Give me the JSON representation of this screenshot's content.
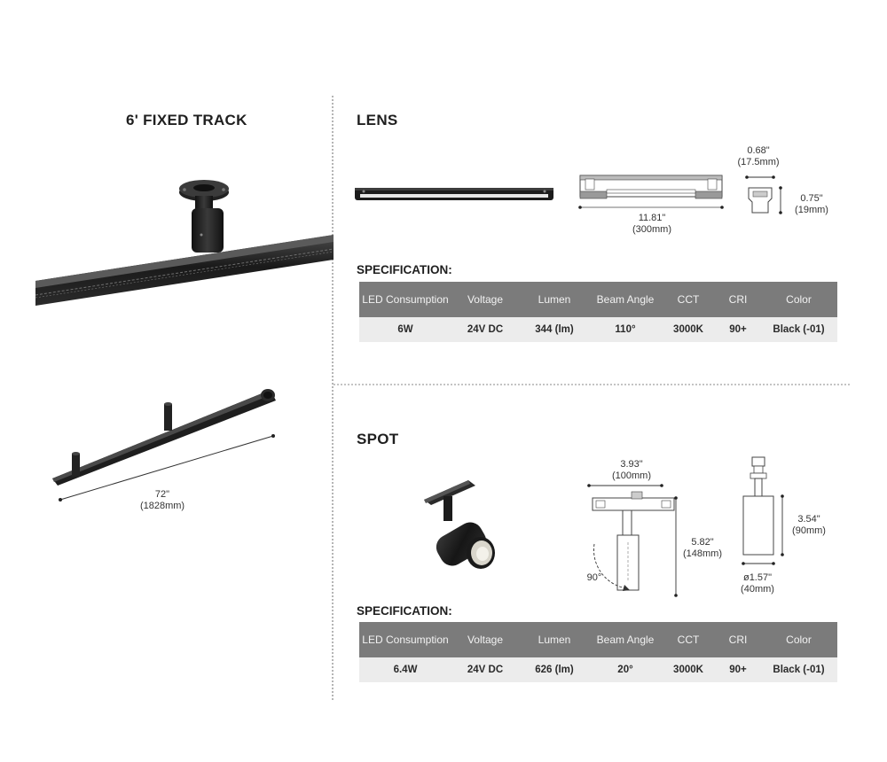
{
  "left": {
    "title": "6' FIXED TRACK",
    "length_inch": "72\"",
    "length_mm": "(1828mm)"
  },
  "lens": {
    "title": "LENS",
    "dim_width_inch": "0.68\"",
    "dim_width_mm": "(17.5mm)",
    "dim_height_inch": "0.75\"",
    "dim_height_mm": "(19mm)",
    "dim_length_inch": "11.81\"",
    "dim_length_mm": "(300mm)",
    "spec_title": "SPECIFICATION:",
    "headers": [
      "LED Consumption",
      "Voltage",
      "Lumen",
      "Beam Angle",
      "CCT",
      "CRI",
      "Color"
    ],
    "values": [
      "6W",
      "24V DC",
      "344 (lm)",
      "110°",
      "3000K",
      "90+",
      "Black (-01)"
    ]
  },
  "spot": {
    "title": "SPOT",
    "dim_width_inch": "3.93\"",
    "dim_width_mm": "(100mm)",
    "dim_height_inch": "5.82\"",
    "dim_height_mm": "(148mm)",
    "dim_angle": "90°",
    "dim_body_inch": "3.54\"",
    "dim_body_mm": "(90mm)",
    "dim_diam_inch": "ø1.57\"",
    "dim_diam_mm": "(40mm)",
    "spec_title": "SPECIFICATION:",
    "headers": [
      "LED Consumption",
      "Voltage",
      "Lumen",
      "Beam Angle",
      "CCT",
      "CRI",
      "Color"
    ],
    "values": [
      "6.4W",
      "24V DC",
      "626 (lm)",
      "20°",
      "3000K",
      "90+",
      "Black (-01)"
    ]
  }
}
